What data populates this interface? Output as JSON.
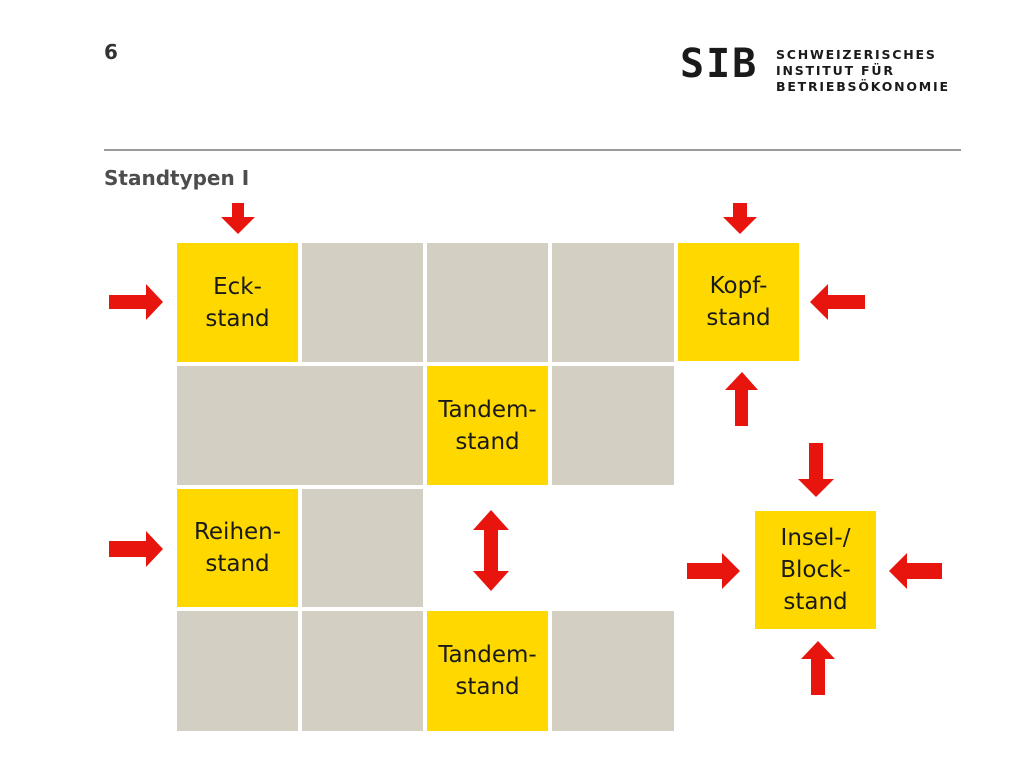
{
  "slide": {
    "page_number": "6",
    "title": "Standtypen I"
  },
  "logo": {
    "mark": "SIB",
    "line1": "SCHWEIZERISCHES",
    "line2": "INSTITUT FÜR",
    "line3": "BETRIEBSÖKONOMIE"
  },
  "colors": {
    "booth_highlight": "#ffd800",
    "booth_neutral": "#d3cfc2",
    "arrow": "#e8150f"
  },
  "diagram": {
    "eckstand": [
      "Eck-",
      "stand"
    ],
    "kopfstand": [
      "Kopf-",
      "stand"
    ],
    "tandemstand_top": [
      "Tandem-",
      "stand"
    ],
    "reihenstand": [
      "Reihen-",
      "stand"
    ],
    "tandemstand_bottom": [
      "Tandem-",
      "stand"
    ],
    "inselstand": [
      "Insel-/",
      "Block-",
      "stand"
    ]
  }
}
